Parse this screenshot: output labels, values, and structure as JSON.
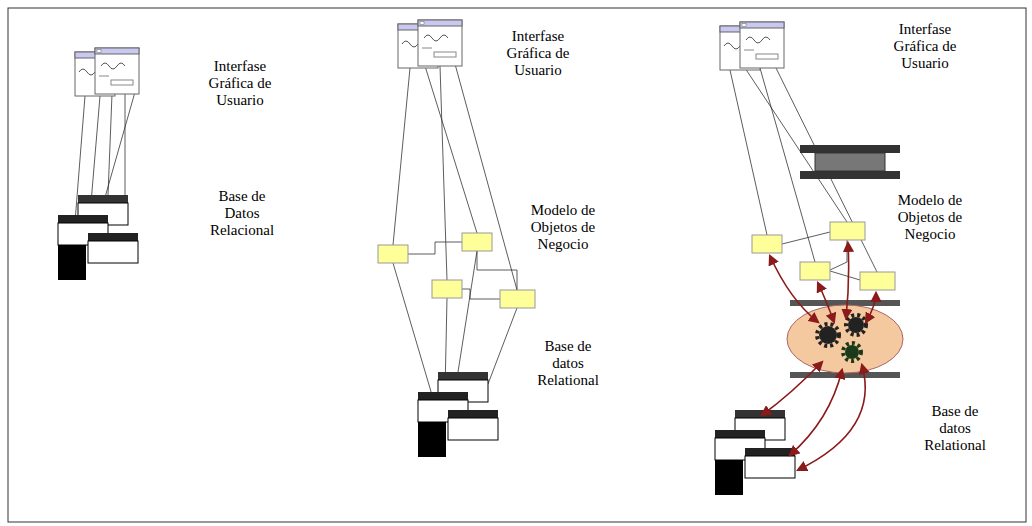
{
  "diagram": {
    "nodes": [
      {
        "text": [
          "Interfase Gráfica de Usuario"
        ]
      },
      {
        "text": [
          "Base de Datos Relacional"
        ]
      },
      {
        "text": [
          "Interfase Gráfica de Usuario"
        ]
      },
      {
        "text": [
          "Modelo de Objetos de Negocio"
        ]
      },
      {
        "text": [
          "Base de datos Relational"
        ]
      },
      {
        "text": [
          "Interfase Gráfica de Usuario"
        ]
      },
      {
        "text": [
          "Modelo de Objetos de Negocio"
        ]
      },
      {
        "text": [
          "Base de datos Relational"
        ]
      }
    ]
  }
}
